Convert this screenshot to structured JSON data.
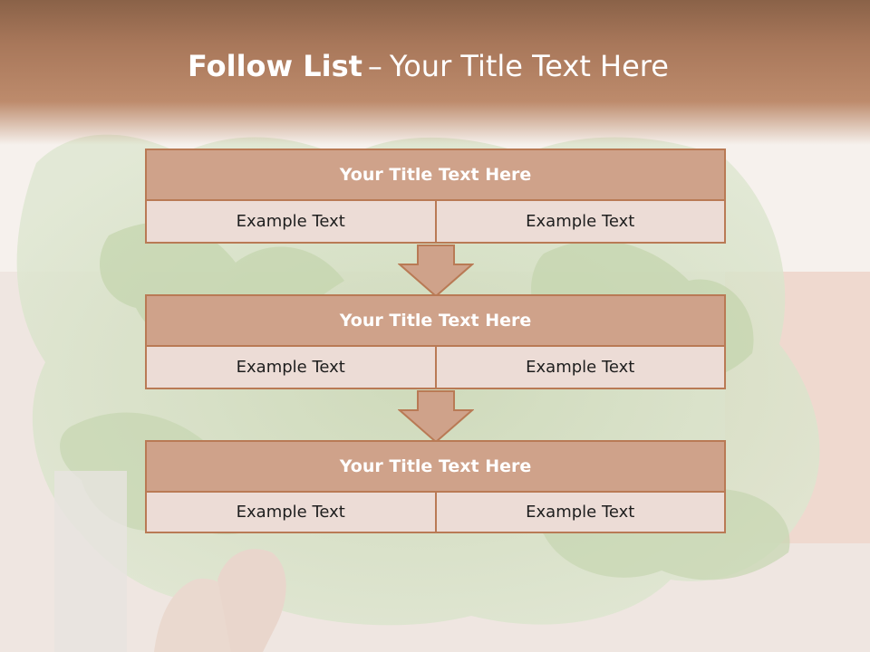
{
  "slide": {
    "title_bold": "Follow List",
    "title_dash": "–",
    "title_rest": "Your Title Text Here"
  },
  "steps": [
    {
      "title": "Your Title Text Here",
      "left": "Example Text",
      "right": "Example Text"
    },
    {
      "title": "Your Title Text Here",
      "left": "Example Text",
      "right": "Example Text"
    },
    {
      "title": "Your Title Text Here",
      "left": "Example Text",
      "right": "Example Text"
    }
  ],
  "colors": {
    "title_band": "#a8775a",
    "box_header": "#cfa28a",
    "box_border": "#b97a55",
    "box_cell": "#ecdcd6",
    "arrow_fill": "#cfa28a"
  }
}
